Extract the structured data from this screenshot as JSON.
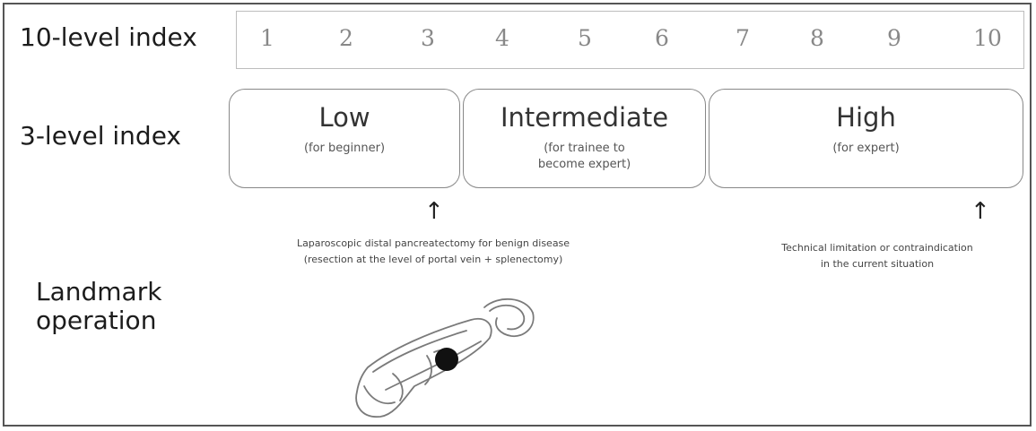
{
  "labels": {
    "ten_level": "10-level index",
    "three_level": "3-level index",
    "landmark": [
      "Landmark",
      "operation"
    ]
  },
  "scale": [
    "1",
    "2",
    "3",
    "4",
    "5",
    "6",
    "7",
    "8",
    "9",
    "10"
  ],
  "levels": [
    {
      "title": "Low",
      "sub": [
        "(for beginner)"
      ]
    },
    {
      "title": "Intermediate",
      "sub": [
        "(for trainee to",
        "become expert)"
      ]
    },
    {
      "title": "High",
      "sub": [
        "(for expert)"
      ]
    }
  ],
  "landmarks": [
    {
      "lines": [
        "Laparoscopic distal pancreatectomy for benign disease",
        "(resection at the level of portal vein + splenectomy)"
      ],
      "arrow": "↑"
    },
    {
      "lines": [
        "Technical limitation or contraindication",
        "in the current situation"
      ],
      "arrow": "↑"
    }
  ],
  "colors": {
    "marker": "#111111",
    "outline": "#888888"
  },
  "icons": {
    "organ": "pancreas-illustration-icon",
    "marker": "dot-marker-icon"
  }
}
